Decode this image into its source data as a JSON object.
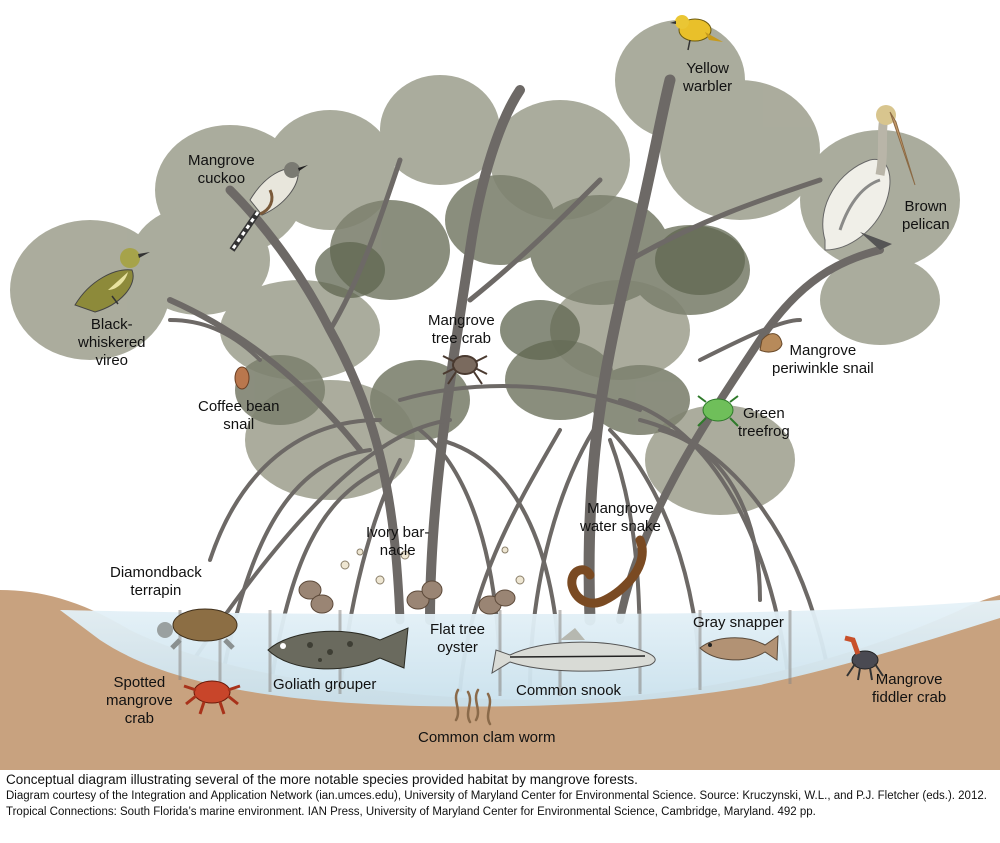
{
  "labels": {
    "yellow_warbler": [
      "Yellow",
      "warbler"
    ],
    "mangrove_cuckoo": [
      "Mangrove",
      "cuckoo"
    ],
    "brown_pelican": [
      "Brown",
      "pelican"
    ],
    "black_whiskered_vireo": [
      "Black-",
      "whiskered",
      "vireo"
    ],
    "mangrove_tree_crab": [
      "Mangrove",
      "tree crab"
    ],
    "mangrove_periwinkle_snail": [
      "Mangrove",
      "periwinkle snail"
    ],
    "coffee_bean_snail": [
      "Coffee bean",
      "snail"
    ],
    "green_treefrog": [
      "Green",
      "treefrog"
    ],
    "mangrove_water_snake": [
      "Mangrove",
      "water snake"
    ],
    "ivory_barnacle": [
      "Ivory bar-",
      "nacle"
    ],
    "diamondback_terrapin": [
      "Diamondback",
      "terrapin"
    ],
    "flat_tree_oyster": [
      "Flat tree",
      "oyster"
    ],
    "gray_snapper": [
      "Gray snapper"
    ],
    "goliath_grouper": [
      "Goliath grouper"
    ],
    "common_snook": [
      "Common snook"
    ],
    "spotted_mangrove_crab": [
      "Spotted",
      "mangrove",
      "crab"
    ],
    "mangrove_fiddler_crab": [
      "Mangrove",
      "fiddler crab"
    ],
    "common_clam_worm": [
      "Common clam worm"
    ]
  },
  "caption": {
    "title": "Conceptual diagram illustrating several of the more notable species provided habitat by mangrove forests.",
    "credit": "Diagram courtesy of the Integration and Application Network (ian.umces.edu), University of Maryland Center for Environmental Science. Source: Kruczynski, W.L., and P.J. Fletcher (eds.). 2012. Tropical Connections: South Florida’s marine environment. IAN Press, University of Maryland Center for Environmental Science, Cambridge, Maryland. 492 pp."
  },
  "colors": {
    "canopy": "#9a9d8c",
    "canopy_dark": "#6f735f",
    "trunk": "#6e6a66",
    "mud": "#c7a17f",
    "water": "#d7ebf4"
  }
}
